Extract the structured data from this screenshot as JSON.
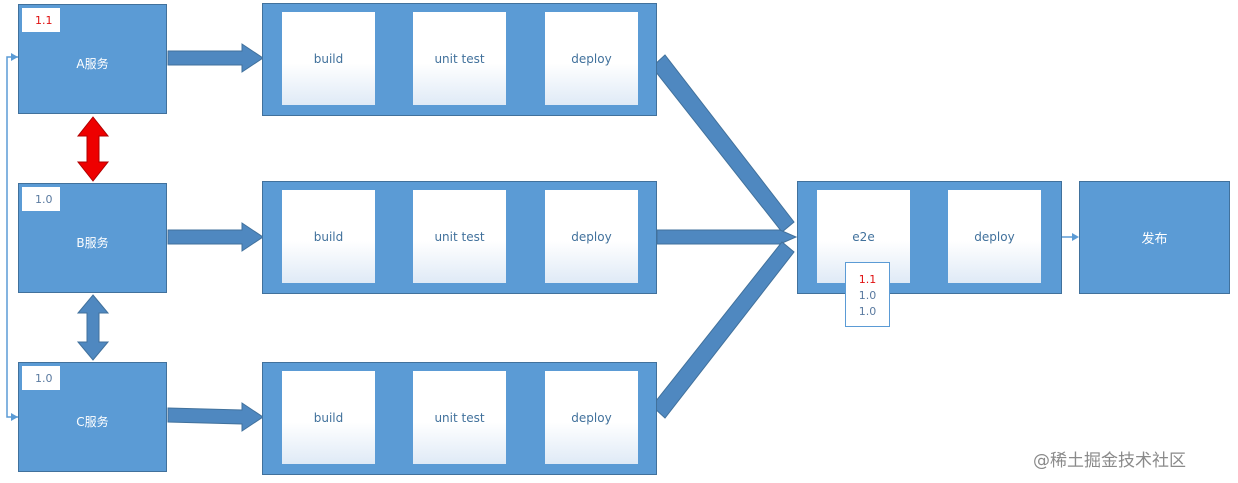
{
  "services": [
    {
      "name": "A服务",
      "version": "1.1",
      "version_color": "#e01010"
    },
    {
      "name": "B服务",
      "version": "1.0"
    },
    {
      "name": "C服务",
      "version": "1.0"
    }
  ],
  "pipelines": [
    {
      "stages": [
        "build",
        "unit test",
        "deploy"
      ]
    },
    {
      "stages": [
        "build",
        "unit test",
        "deploy"
      ]
    },
    {
      "stages": [
        "build",
        "unit test",
        "deploy"
      ]
    }
  ],
  "integration": {
    "stages": [
      "e2e",
      "deploy"
    ],
    "versions": [
      "1.1",
      "1.0",
      "1.0"
    ]
  },
  "release": {
    "label": "发布"
  },
  "watermark": "@稀土掘金技术社区",
  "colors": {
    "box_fill": "#5b9bd5",
    "box_border": "#41719c",
    "arrow_fill": "#4f88c0",
    "conflict_arrow": "#ee0000",
    "changed_version": "#e01010"
  }
}
